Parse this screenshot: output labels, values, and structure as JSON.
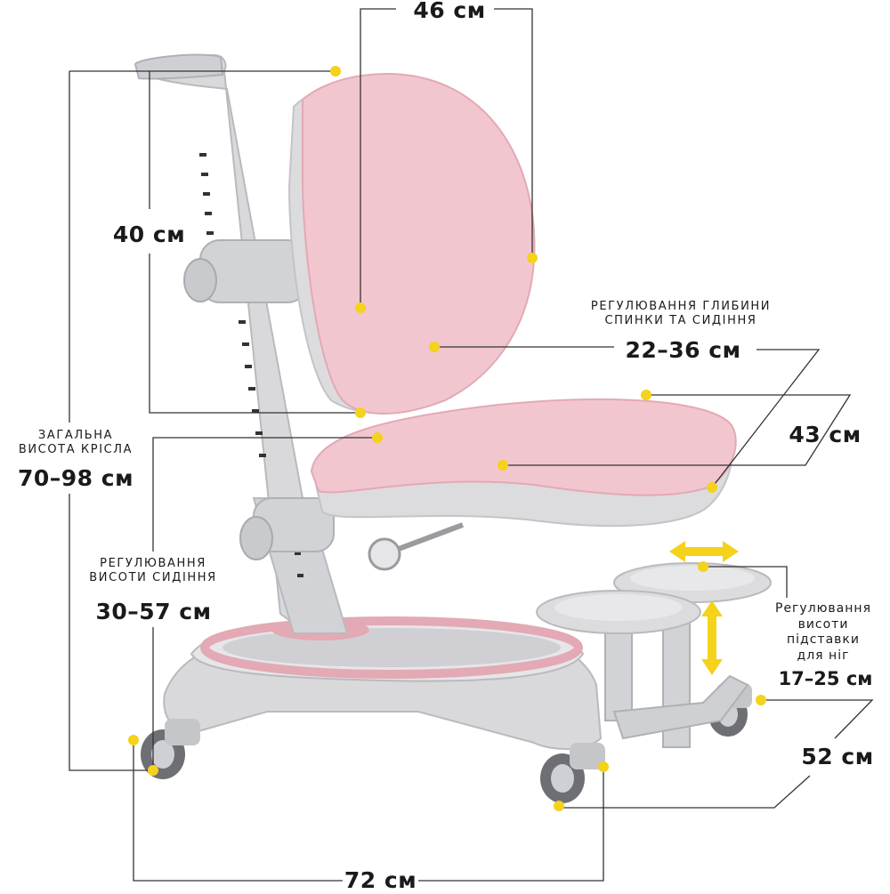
{
  "labels": {
    "top_width": "46 см",
    "back_height": "40 см",
    "depth_adjust_title_line1": "РЕГУЛЮВАННЯ ГЛИБИНИ",
    "depth_adjust_title_line2": "СПИНКИ ТА СИДІННЯ",
    "depth_adjust_value": "22–36 см",
    "seat_width": "43 см",
    "total_height_title_line1": "ЗАГАЛЬНА",
    "total_height_title_line2": "ВИСОТА КРІСЛА",
    "total_height_value": "70–98 см",
    "seat_height_title_line1": "РЕГУЛЮВАННЯ",
    "seat_height_title_line2": "ВИСОТИ СИДІННЯ",
    "seat_height_value": "30–57 см",
    "footrest_title_line1": "Регулювання",
    "footrest_title_line2": "висоти",
    "footrest_title_line3": "підставки",
    "footrest_title_line4": "для ніг",
    "footrest_value": "17–25 см",
    "base_depth": "52 см",
    "base_width": "72 см"
  },
  "colors": {
    "upholstery": "#f2c6cf",
    "upholstery_dark": "#e3a9b5",
    "frame": "#d9d9dc",
    "frame_dark": "#b9babe",
    "marker": "#f5d21b",
    "arrow": "#f5d21b",
    "line": "#333333"
  },
  "icons": [
    "horizontal-arrow-icon",
    "vertical-arrow-icon",
    "adjustment-knob-icon",
    "caster-wheel-icon"
  ]
}
